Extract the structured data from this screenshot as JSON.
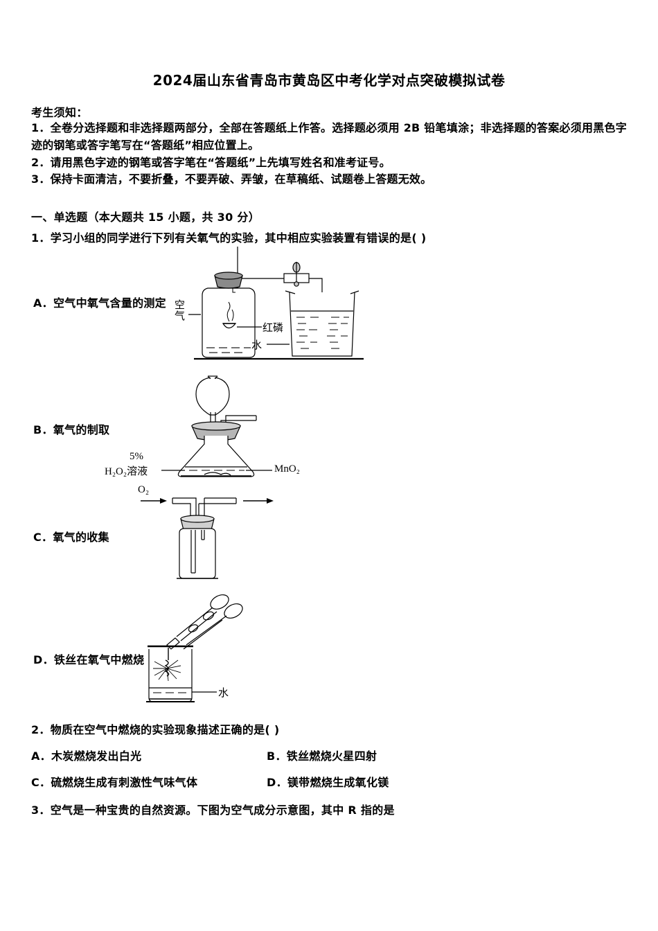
{
  "document": {
    "title": "2024届山东省青岛市黄岛区中考化学对点突破模拟试卷"
  },
  "notice": {
    "heading": "考生须知：",
    "items": [
      "1．全卷分选择题和非选择题两部分，全部在答题纸上作答。选择题必须用 2B 铅笔填涂；非选择题的答案必须用黑色字迹的钢笔或答字笔写在“答题纸”相应位置上。",
      "2．请用黑色字迹的钢笔或答字笔在“答题纸”上先填写姓名和准考证号。",
      "3．保持卡面清洁，不要折叠，不要弄破、弄皱，在草稿纸、试题卷上答题无效。"
    ]
  },
  "section": {
    "heading": "一、单选题（本大题共 15 小题，共 30 分）"
  },
  "questions": [
    {
      "number": "1",
      "stem": "1．学习小组的同学进行下列有关氧气的实验，其中相应实验装置有错误的是(    )",
      "options": [
        {
          "key": "A",
          "label": "A．空气中氧气含量的测定"
        },
        {
          "key": "B",
          "label": "B．氧气的制取"
        },
        {
          "key": "C",
          "label": "C．氧气的收集"
        },
        {
          "key": "D",
          "label": "D．铁丝在氧气中燃烧"
        }
      ],
      "figure_labels": {
        "air": "空气",
        "red_phosphorus": "红磷",
        "water_a": "水",
        "percent": "5%",
        "h2o2": "H₂O₂溶液",
        "mno2": "MnO₂",
        "o2": "O₂",
        "water_d": "水"
      }
    },
    {
      "number": "2",
      "stem": "2．物质在空气中燃烧的实验现象描述正确的是(  )",
      "options": [
        {
          "key": "A",
          "label": "A．木炭燃烧发出白光"
        },
        {
          "key": "B",
          "label": "B．铁丝燃烧火星四射"
        },
        {
          "key": "C",
          "label": "C．硫燃烧生成有刺激性气味气体"
        },
        {
          "key": "D",
          "label": "D．镁带燃烧生成氧化镁"
        }
      ]
    },
    {
      "number": "3",
      "stem": "3．空气是一种宝贵的自然资源。下图为空气成分示意图，其中 R 指的是"
    }
  ],
  "colors": {
    "ink": "#000000",
    "paper": "#ffffff",
    "stopper": "#8a8a8a"
  }
}
